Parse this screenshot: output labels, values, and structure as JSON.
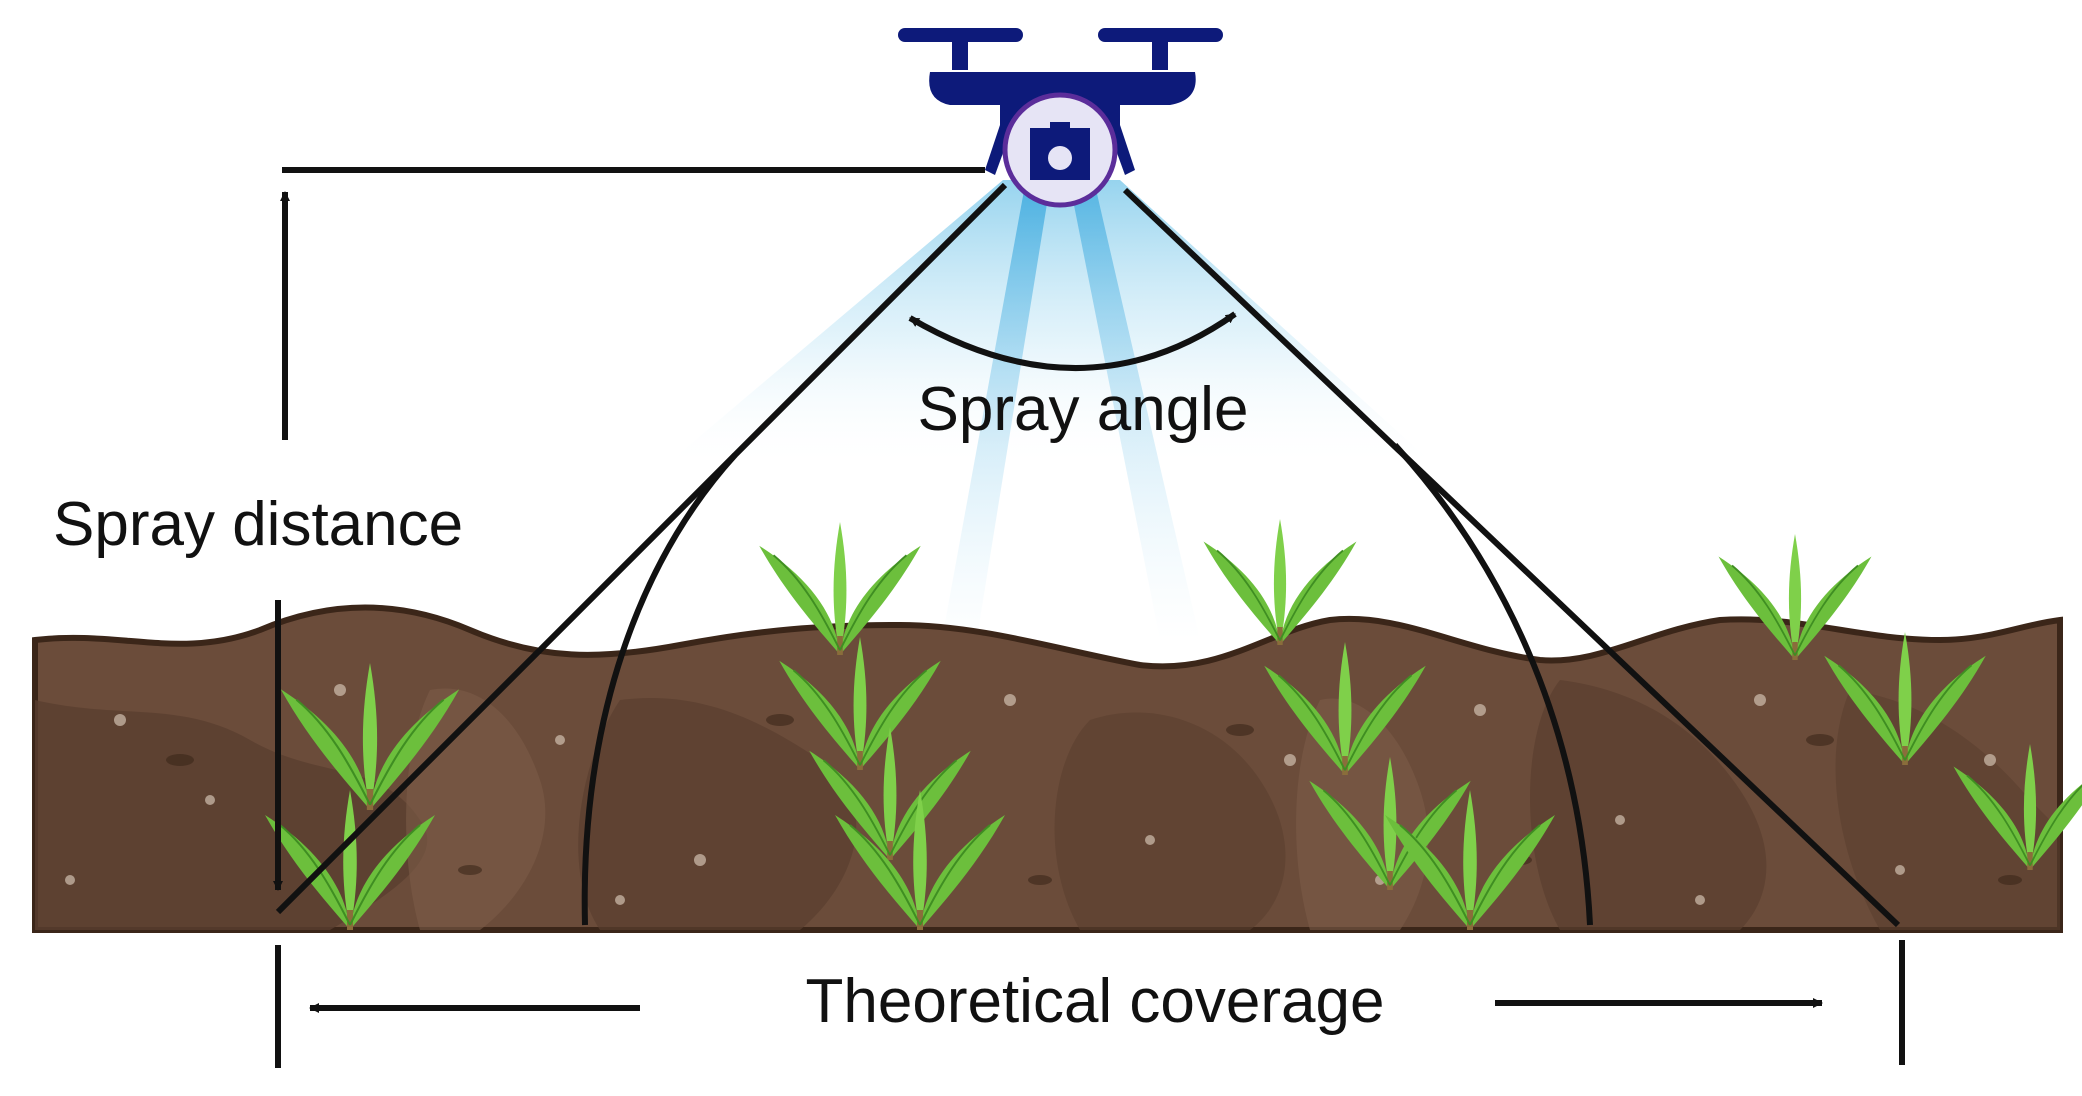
{
  "labels": {
    "spray_angle": "Spray angle",
    "spray_distance": "Spray distance",
    "theoretical_coverage": "Theoretical coverage"
  },
  "colors": {
    "drone": "#0d1a7a",
    "drone_lens_ring": "#5b2d9a",
    "spray": "#4fb6e3",
    "soil_dark": "#4e3526",
    "soil_mid": "#6b4c3a",
    "soil_light": "#7c5b48",
    "plant": "#6cbf3c",
    "plant_dark": "#3f8e22",
    "line": "#111111"
  },
  "icons": {
    "drone": "drone-icon"
  }
}
